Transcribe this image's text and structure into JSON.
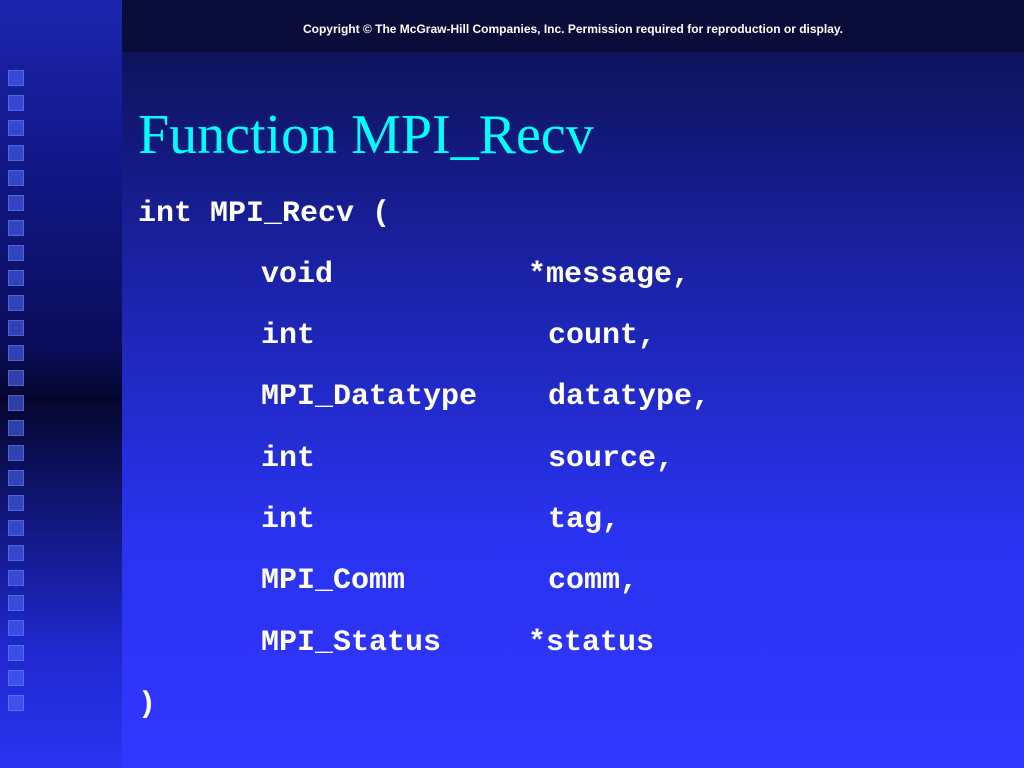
{
  "header": {
    "copyright": "Copyright © The McGraw-Hill Companies, Inc. Permission required for reproduction or display."
  },
  "slide": {
    "title": "Function MPI_Recv",
    "signature_open": "int MPI_Recv (",
    "signature_close": ")",
    "params": [
      {
        "type": "void",
        "name": "*message,"
      },
      {
        "type": "int",
        "name": "count,"
      },
      {
        "type": "MPI_Datatype",
        "name": "datatype,"
      },
      {
        "type": "int",
        "name": "source,"
      },
      {
        "type": "int",
        "name": "tag,"
      },
      {
        "type": "MPI_Comm",
        "name": "comm,"
      },
      {
        "type": "MPI_Status",
        "name": "*status"
      }
    ]
  },
  "colors": {
    "title": "#00ffff",
    "text": "#ffffff",
    "background": "#2a33f0"
  }
}
